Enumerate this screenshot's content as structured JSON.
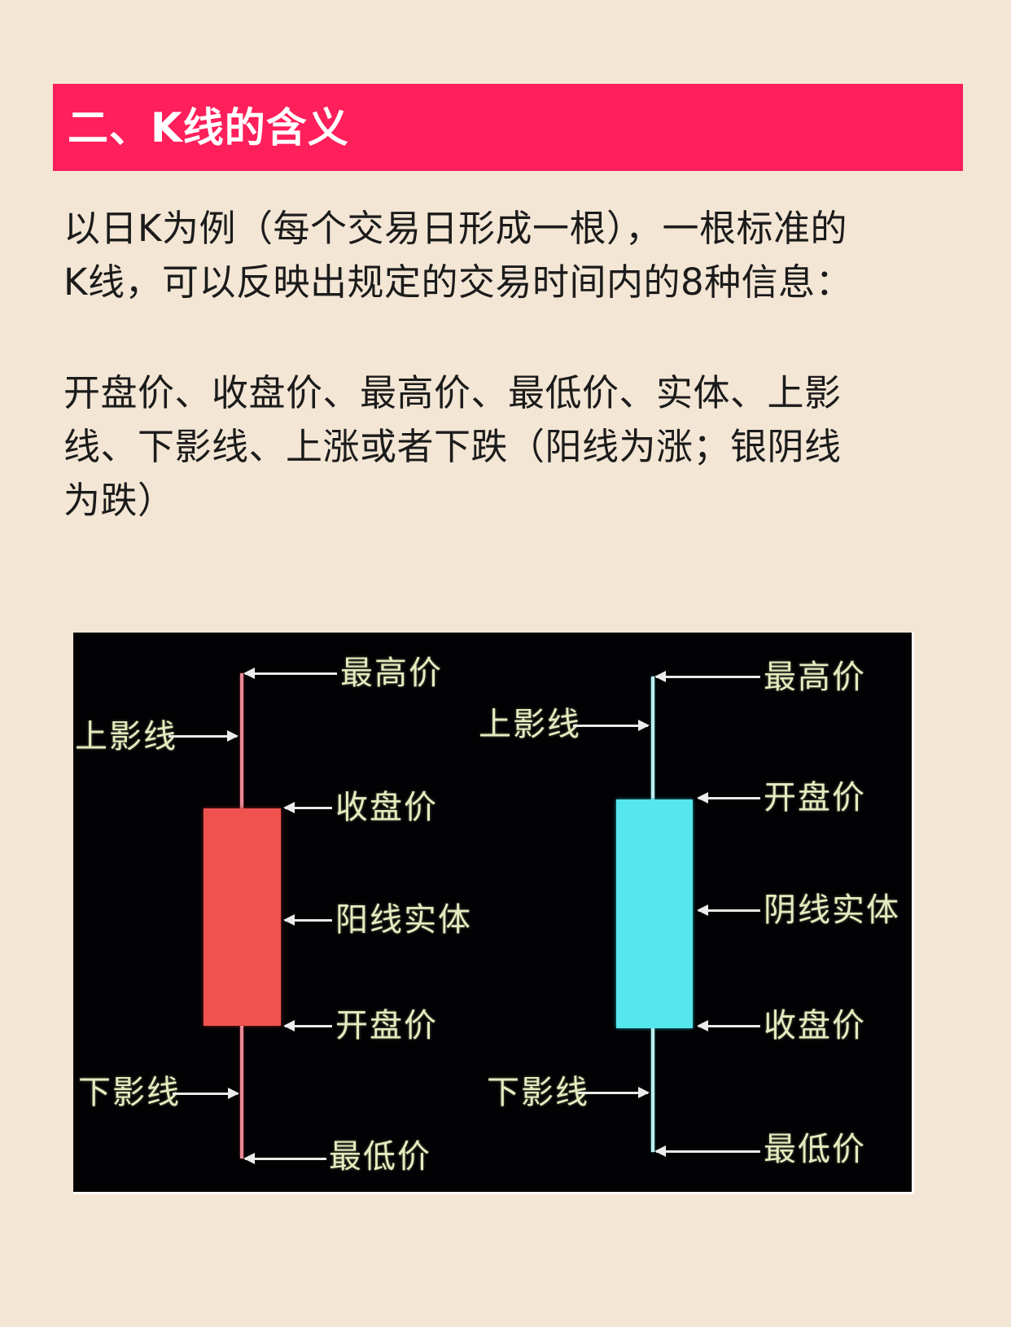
{
  "header": {
    "title": "二、K线的含义",
    "background_color": "#ff1f5a"
  },
  "intro": {
    "lines": [
      "以日K为例（每个交易日形成一根），一根标准的",
      "K线，可以反映出规定的交易时间内的8种信息："
    ]
  },
  "info_list": {
    "lines": [
      "开盘价、收盘价、最高价、最低价、实体、上影",
      "线、下影线、上涨或者下跌（阳线为涨；银阴线",
      "为跌）"
    ]
  },
  "diagram": {
    "background_color": "#020204",
    "label_color": "#e4ebbf",
    "candles": [
      {
        "type": "yang",
        "color": "#f0524f",
        "labels": {
          "high": "最高价",
          "upper_shadow": "上影线",
          "close": "收盘价",
          "body": "阳线实体",
          "open": "开盘价",
          "lower_shadow": "下影线",
          "low": "最低价"
        }
      },
      {
        "type": "yin",
        "color": "#55e6ee",
        "labels": {
          "high": "最高价",
          "upper_shadow": "上影线",
          "open": "开盘价",
          "body": "阴线实体",
          "close": "收盘价",
          "lower_shadow": "下影线",
          "low": "最低价"
        }
      }
    ]
  }
}
